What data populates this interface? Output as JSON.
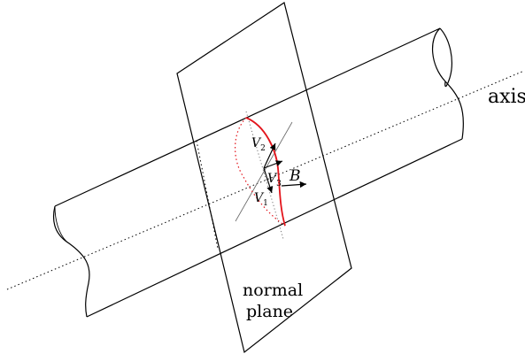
{
  "labels": {
    "axis": "axis",
    "normal_plane_line1": "normal",
    "normal_plane_line2": "plane",
    "b_vector": "B",
    "v1_base": "V",
    "v1_sub": "1",
    "v2_base": "V",
    "v2_sub": "2",
    "v3_base": "V",
    "v3_sub": "3"
  },
  "colors": {
    "line": "#000000",
    "cross_section": "#e3141b",
    "construction": "#666666"
  }
}
